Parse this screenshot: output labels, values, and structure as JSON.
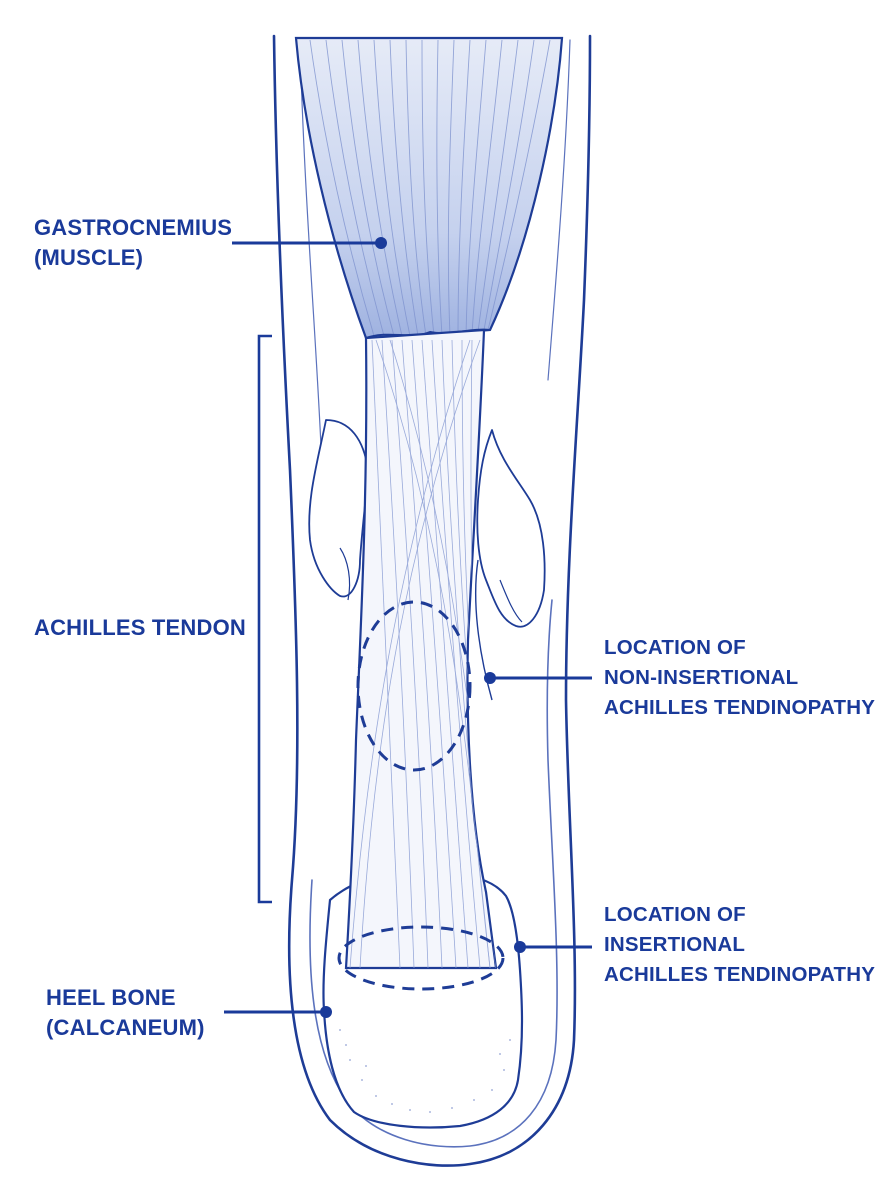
{
  "labels": {
    "gastrocnemius": {
      "line1": "GASTROCNEMIUS",
      "line2": "(MUSCLE)"
    },
    "achilles_tendon": {
      "line1": "ACHILLES TENDON"
    },
    "non_insertional": {
      "line1": "LOCATION OF",
      "line2": "NON-INSERTIONAL",
      "line3": "ACHILLES TENDINOPATHY"
    },
    "insertional": {
      "line1": "LOCATION OF",
      "line2": "INSERTIONAL",
      "line3": "ACHILLES TENDINOPATHY"
    },
    "heel_bone": {
      "line1": "HEEL BONE",
      "line2": "(CALCANEUM)"
    }
  },
  "colors": {
    "ink": "#1a3a9a",
    "outline": "#1e3c96",
    "muscle_fill": "#c9d4ee",
    "fine_line": "#7f93cf"
  }
}
